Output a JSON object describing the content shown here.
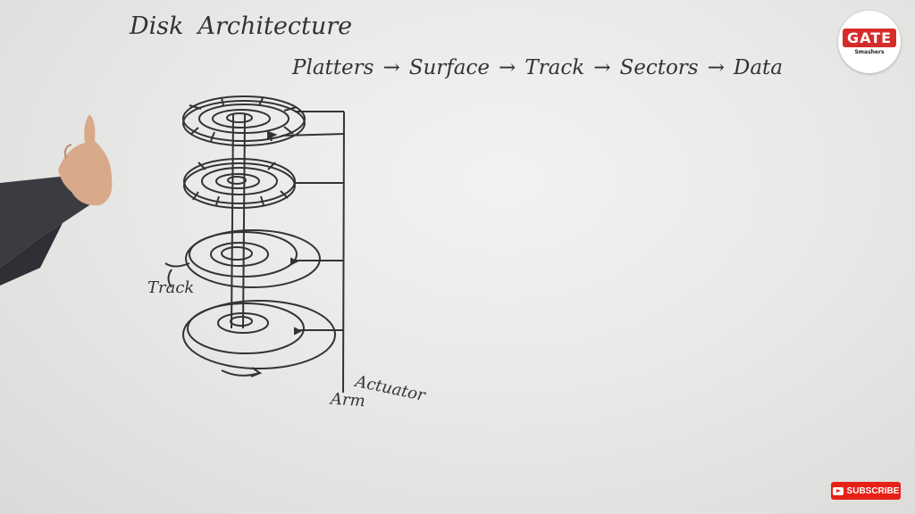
{
  "title": {
    "word1": "Disk",
    "word2": "Architecture"
  },
  "flow": {
    "steps": [
      "Platters",
      "Surface",
      "Track",
      "Sectors",
      "Data"
    ],
    "arrow": "→"
  },
  "labels": {
    "track": "Track",
    "actuator": "Actuator",
    "arm": "Arm"
  },
  "logo": {
    "main": "GATE",
    "sub": "Smashers"
  },
  "subscribe": {
    "label": "SUBSCRIBE"
  },
  "colors": {
    "ink": "#333333",
    "subscribe": "#e62117",
    "logo": "#d62b2b"
  }
}
